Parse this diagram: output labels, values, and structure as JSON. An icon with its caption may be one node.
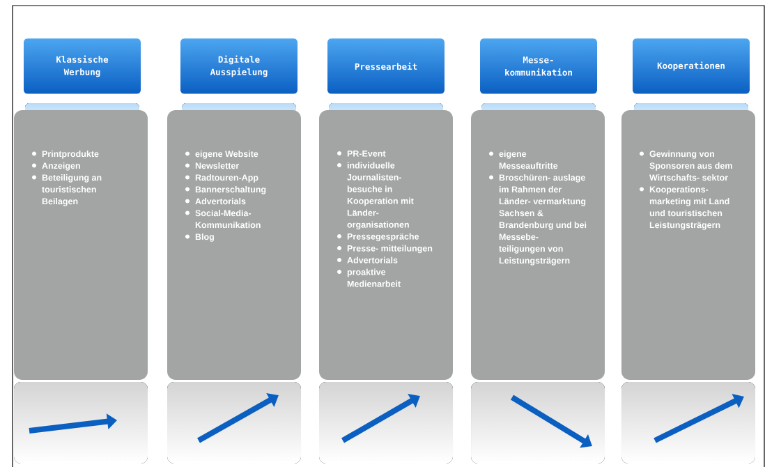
{
  "diagram": {
    "nodes": [
      {
        "text": [
          "Klassische Werbung"
        ]
      },
      {
        "text": [
          "Digitale Ausspielung"
        ]
      },
      {
        "text": [
          "Pressearbeit"
        ]
      },
      {
        "text": [
          "Messe- kommunikation"
        ]
      },
      {
        "text": [
          "Kooperationen"
        ]
      },
      {
        "text": [
          "Printprodukte",
          "Anzeigen",
          "Beteiligung an touristischen Beilagen"
        ]
      },
      {
        "text": [
          "eigene Website",
          "Newsletter",
          "Radtouren-App",
          "Bannerschaltung",
          "Advertorials",
          "Social-Media- Kommunikation",
          "Blog"
        ]
      },
      {
        "text": [
          "PR-Event",
          "individuelle Journalisten- besuche in Kooperation mit Länder- organisationen",
          "Pressegespräche",
          "Presse- mitteilungen",
          "Advertorials",
          "proaktive Medienarbeit"
        ]
      },
      {
        "text": [
          "eigene Messeauftritte",
          "Broschüren- auslage im Rahmen der Länder- vermarktung Sachsen & Brandenburg und bei Messebe- teiligungen von Leistungsträgern"
        ]
      },
      {
        "text": [
          "Gewinnung von Sponsoren aus dem Wirtschafts- sektor",
          "Kooperations- marketing mit Land und touristischen Leistungsträgern"
        ]
      }
    ]
  }
}
